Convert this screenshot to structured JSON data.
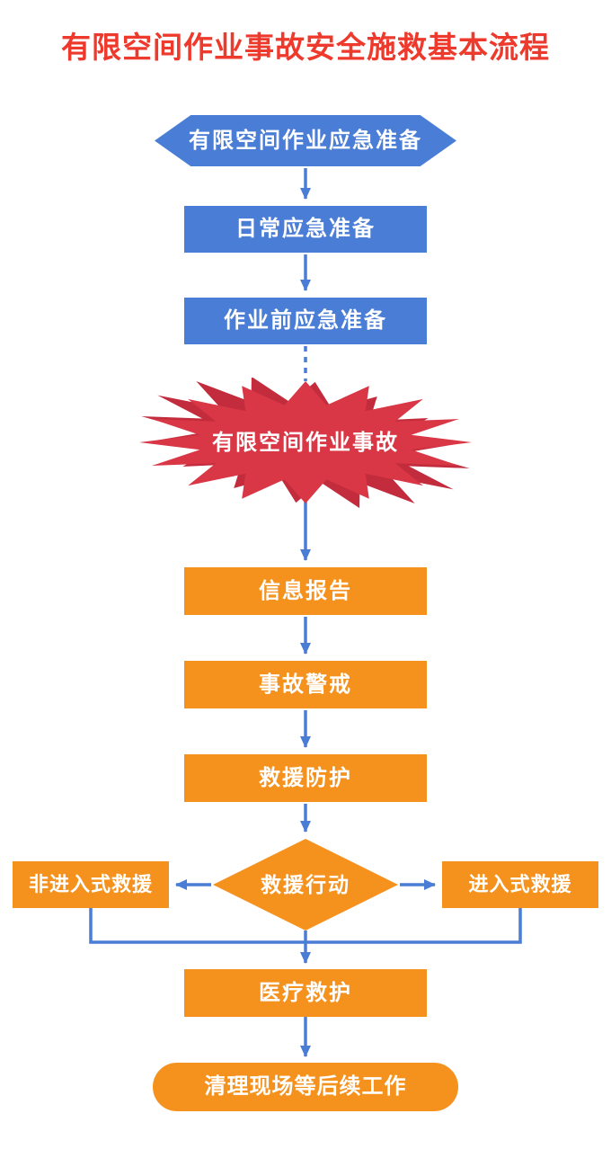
{
  "title": "有限空间作业事故安全施救基本流程",
  "colors": {
    "title_red": "#ee3a2c",
    "flow_blue": "#4a7dd6",
    "flow_orange": "#f5921e",
    "accident_red": "#d93646",
    "accident_red_dark": "#c22c3d",
    "background": "#ffffff",
    "node_text": "#ffffff"
  },
  "nodes": {
    "emergency_prep": "有限空间作业应急准备",
    "daily_prep": "日常应急准备",
    "prework_prep": "作业前应急准备",
    "accident": "有限空间作业事故",
    "info_report": "信息报告",
    "incident_alert": "事故警戒",
    "rescue_protection": "救援防护",
    "rescue_action": "救援行动",
    "non_entry_rescue": "非进入式救援",
    "entry_rescue": "进入式救援",
    "medical_aid": "医疗救护",
    "cleanup": "清理现场等后续工作"
  }
}
